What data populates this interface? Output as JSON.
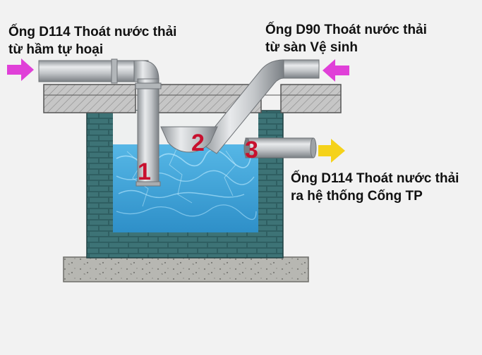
{
  "labels": {
    "inlet_left": {
      "line1": "Ống D114 Thoát nước thải",
      "line2": "từ hầm tự hoại"
    },
    "inlet_right": {
      "line1": "Ống D90 Thoát nước thải",
      "line2": "từ sàn Vệ sinh"
    },
    "outlet": {
      "line1": "Ống D114 Thoát nước thải",
      "line2": "ra hệ thống Cống TP"
    }
  },
  "markers": {
    "one": "1",
    "two": "2",
    "three": "3"
  },
  "arrows": [
    {
      "name": "inlet-left-arrow",
      "color": "#e040d8",
      "direction": "right"
    },
    {
      "name": "inlet-right-arrow",
      "color": "#e040d8",
      "direction": "left"
    },
    {
      "name": "outlet-arrow",
      "color": "#f5d21a",
      "direction": "right"
    }
  ],
  "colors": {
    "marker": "#c8102e",
    "water": "#3fa3d8",
    "brick_wall": "#2f5f62",
    "pipe": "#c4c7ca"
  }
}
